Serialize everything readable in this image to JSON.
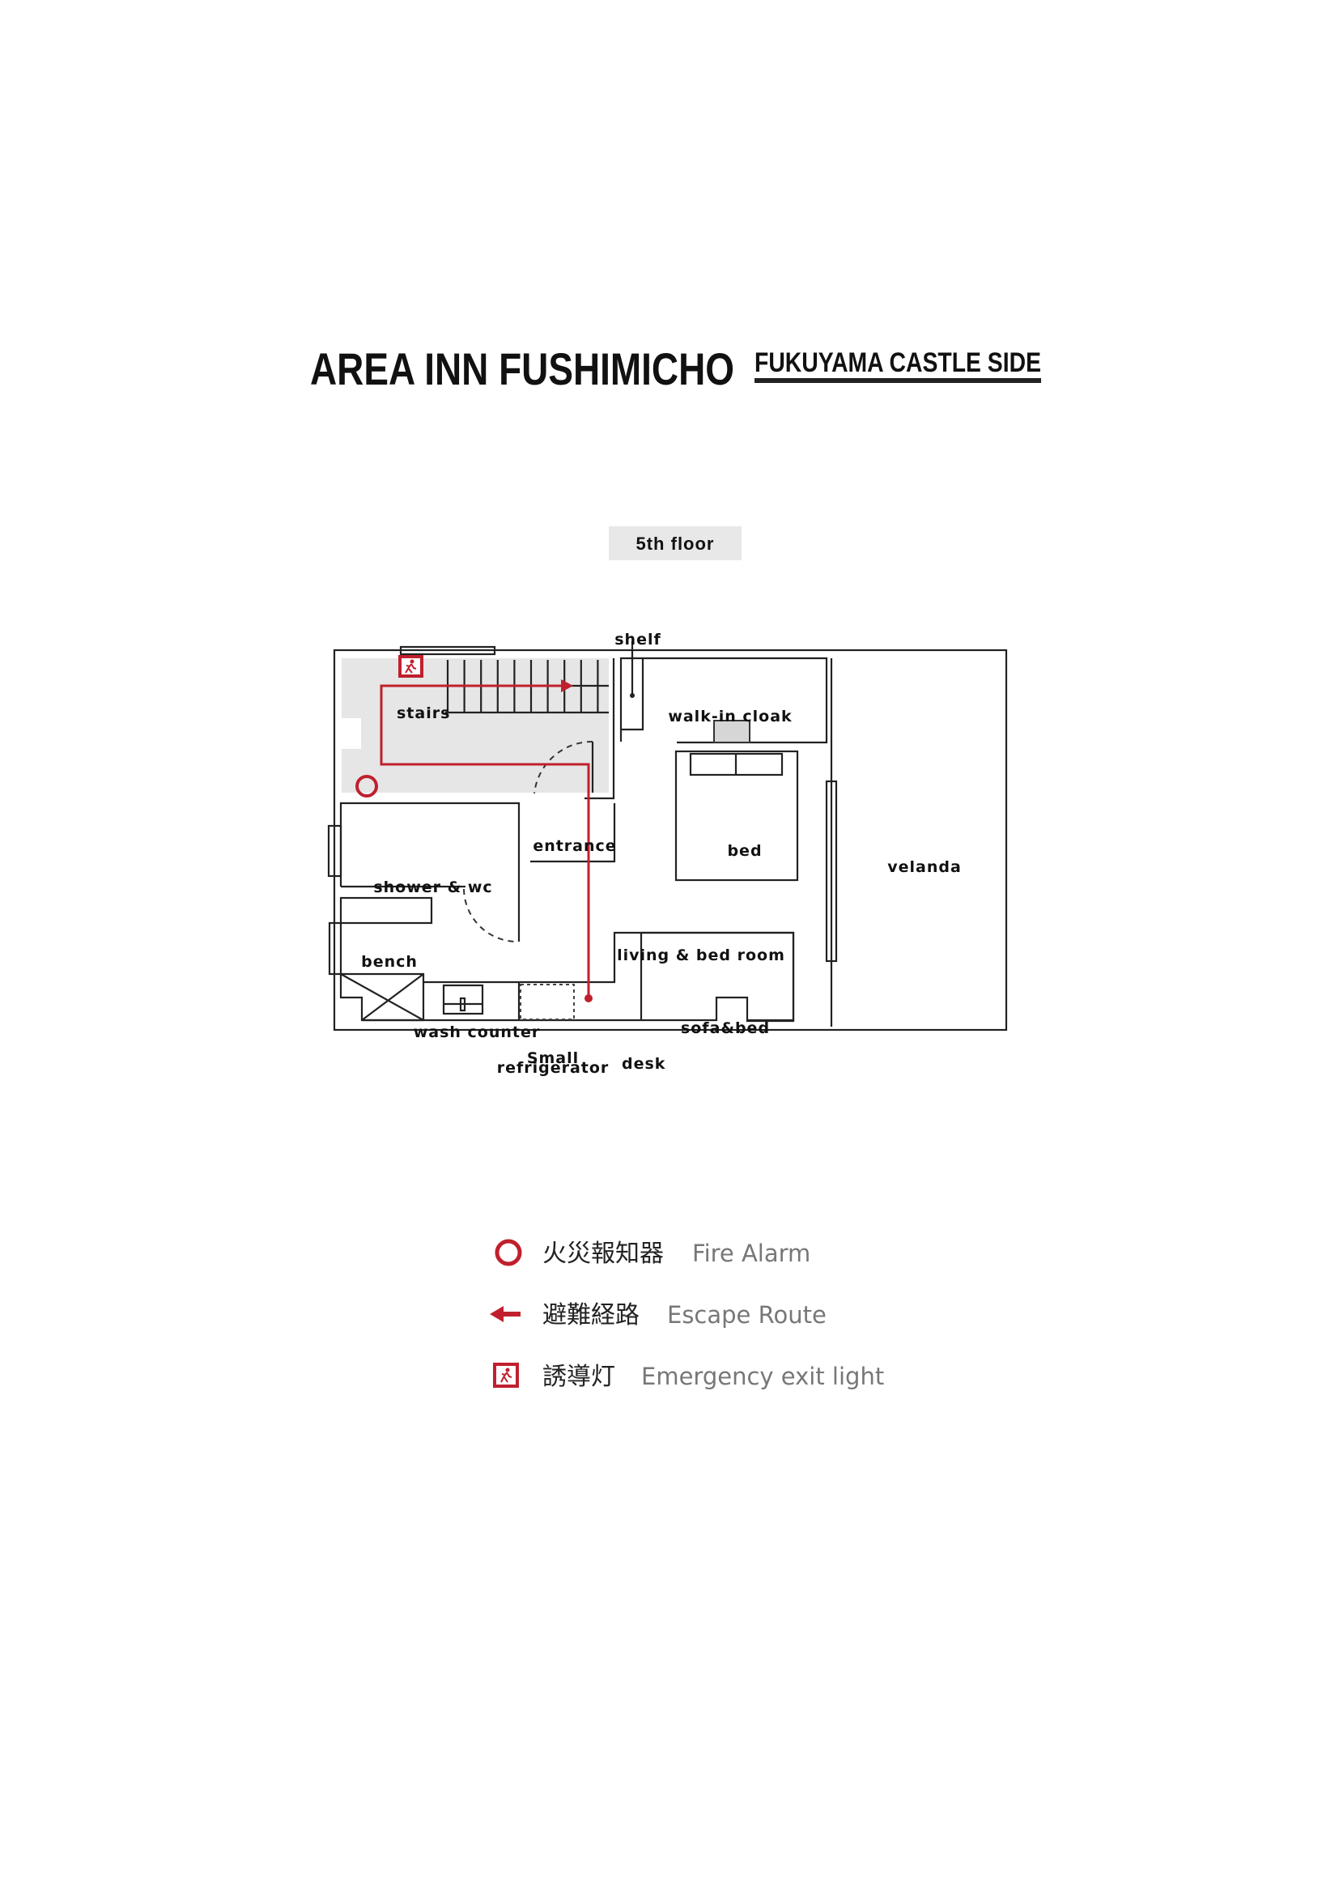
{
  "header": {
    "title": "AREA INN FUSHIMICHO",
    "subtitle": "FUKUYAMA CASTLE SIDE"
  },
  "floor_badge": "5th floor",
  "plan": {
    "rooms": {
      "shelf": "shelf",
      "stairs": "stairs",
      "walk_in_cloak": "walk-in cloak",
      "bed": "bed",
      "velanda": "velanda",
      "entrance": "entrance",
      "shower_wc": "shower & wc",
      "bench": "bench",
      "living_bed_room": "living & bed room",
      "sofa_bed": "sofa&bed",
      "wash_counter": "wash counter",
      "refrigerator_line1": "Small",
      "refrigerator_line2": "refrigerator",
      "desk": "desk"
    }
  },
  "legend": [
    {
      "icon": "fire-alarm-circle-icon",
      "jp": "火災報知器",
      "en": "Fire Alarm"
    },
    {
      "icon": "escape-route-arrow-icon",
      "jp": "避難経路",
      "en": "Escape Route"
    },
    {
      "icon": "emergency-exit-light-icon",
      "jp": "誘導灯",
      "en": "Emergency exit light"
    }
  ],
  "colors": {
    "accent_red": "#c0202e",
    "stairs_fill": "#e6e6e6",
    "badge_fill": "#e8e8e8"
  }
}
